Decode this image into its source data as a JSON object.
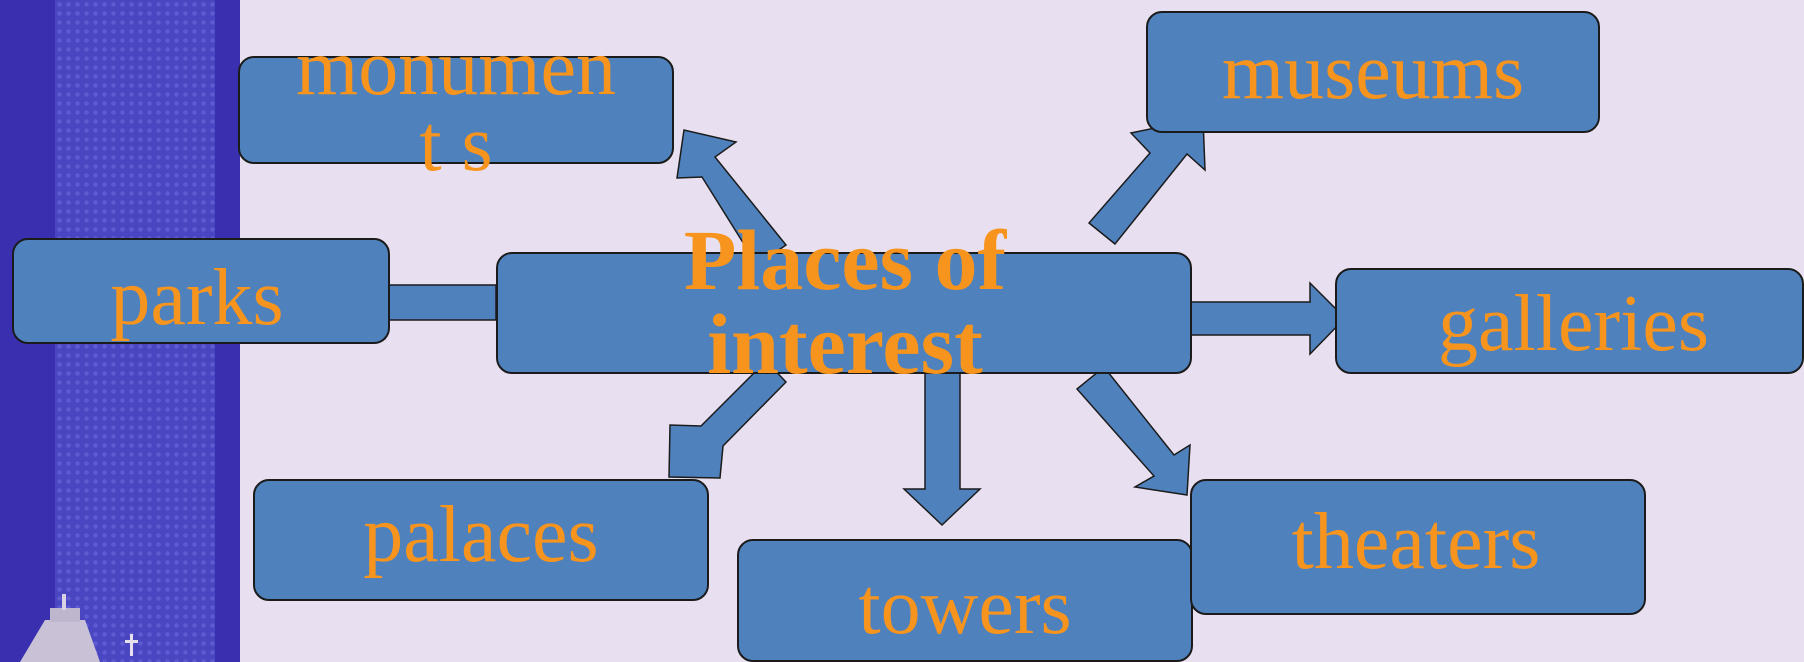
{
  "diagram": {
    "center": "Places of interest",
    "nodes": {
      "monuments": "monument s",
      "museums": "museums",
      "parks": "parks",
      "galleries": "galleries",
      "palaces": "palaces",
      "towers": "towers",
      "theaters": "theaters"
    },
    "colors": {
      "box_fill": "#4f81bd",
      "text": "#f7941d",
      "background": "#e8e0f0",
      "sidebar": "#3a2fae"
    }
  }
}
